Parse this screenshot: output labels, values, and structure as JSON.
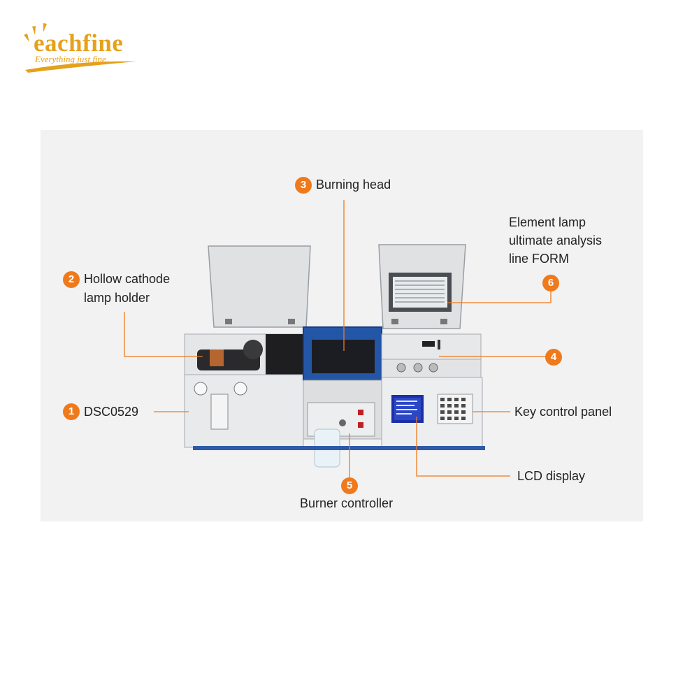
{
  "brand": {
    "name": "eachfine",
    "tagline": "Everything just fine",
    "color": "#e6a11b"
  },
  "accent": "#ef7a1c",
  "callouts": [
    {
      "num": "1",
      "label": "DSC0529"
    },
    {
      "num": "2",
      "label_lines": [
        "Hollow cathode",
        "lamp holder"
      ]
    },
    {
      "num": "3",
      "label": "Burning head"
    },
    {
      "num": "4",
      "label": ""
    },
    {
      "num": "5",
      "label": "Burner controller"
    },
    {
      "num": "6",
      "label_lines": [
        "Element lamp",
        "ultimate analysis",
        "line FORM"
      ]
    }
  ],
  "extra_labels": {
    "key_panel": "Key control panel",
    "lcd": "LCD display"
  }
}
